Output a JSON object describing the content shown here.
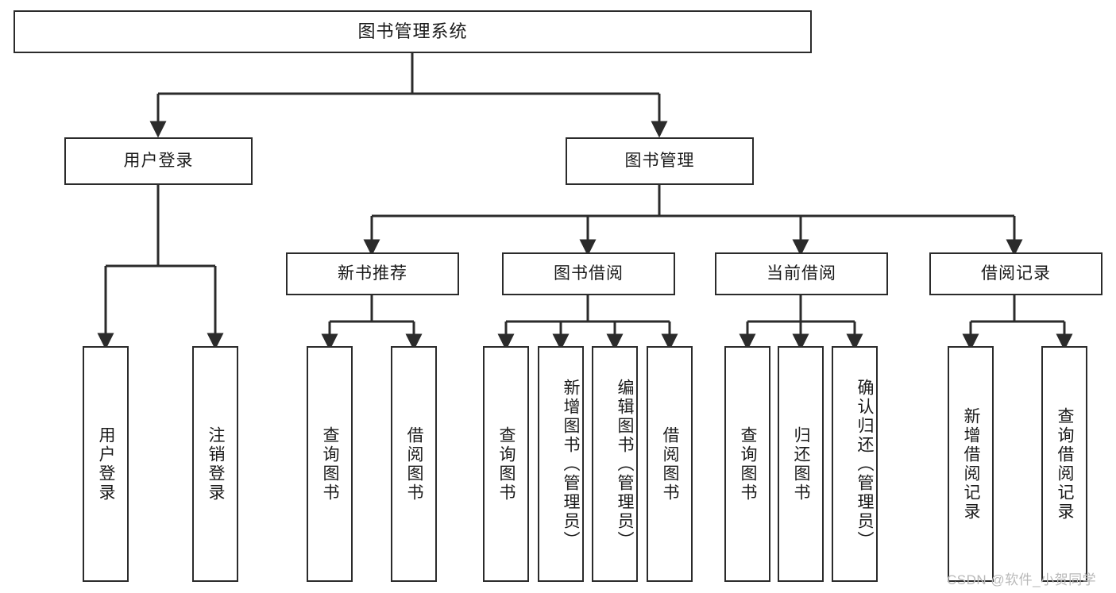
{
  "diagram": {
    "type": "hierarchy-tree",
    "title": "图书管理系统",
    "orientation": "top-down",
    "colors": {
      "box_border": "#2b2b2b",
      "box_fill": "#ffffff",
      "connector": "#2b2b2b",
      "text": "#1a1a1a",
      "watermark": "#b9b9b9",
      "background": "#ffffff"
    },
    "nodes": {
      "root": {
        "label": "图书管理系统"
      },
      "level2": [
        {
          "id": "user-login",
          "label": "用户登录"
        },
        {
          "id": "book-manage",
          "label": "图书管理"
        }
      ],
      "level3": [
        {
          "id": "new-book-rec",
          "label": "新书推荐"
        },
        {
          "id": "book-borrow",
          "label": "图书借阅"
        },
        {
          "id": "current-borrow",
          "label": "当前借阅"
        },
        {
          "id": "borrow-record",
          "label": "借阅记录"
        }
      ],
      "leaves": {
        "user-login": [
          {
            "id": "leaf-user-login",
            "label": "用户登录"
          },
          {
            "id": "leaf-logout",
            "label": "注销登录"
          }
        ],
        "new-book-rec": [
          {
            "id": "leaf-query-book-1",
            "label": "查询图书"
          },
          {
            "id": "leaf-borrow-book-1",
            "label": "借阅图书"
          }
        ],
        "book-borrow": [
          {
            "id": "leaf-query-book-2",
            "label": "查询图书"
          },
          {
            "id": "leaf-add-book",
            "label": "新增图书（管理员）"
          },
          {
            "id": "leaf-edit-book",
            "label": "编辑图书（管理员）"
          },
          {
            "id": "leaf-borrow-book-2",
            "label": "借阅图书"
          }
        ],
        "current-borrow": [
          {
            "id": "leaf-query-book-3",
            "label": "查询图书"
          },
          {
            "id": "leaf-return-book",
            "label": "归还图书"
          },
          {
            "id": "leaf-confirm-return",
            "label": "确认归还（管理员）"
          }
        ],
        "borrow-record": [
          {
            "id": "leaf-add-record",
            "label": "新增借阅记录"
          },
          {
            "id": "leaf-query-record",
            "label": "查询借阅记录"
          }
        ]
      }
    },
    "watermark": "CSDN @软件_小贺同学"
  }
}
